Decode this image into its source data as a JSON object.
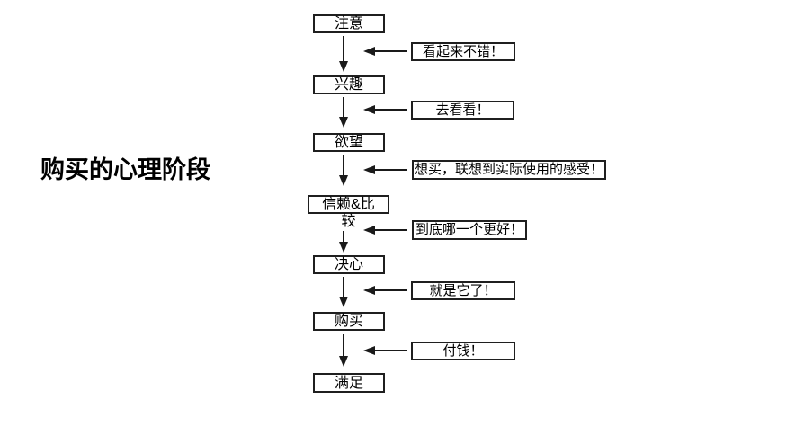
{
  "title": "购买的心理阶段",
  "flowchart": {
    "stages": [
      {
        "label": "注意"
      },
      {
        "label": "兴趣"
      },
      {
        "label": "欲望"
      },
      {
        "label": "信赖&比",
        "label_line2": "较"
      },
      {
        "label": "决心"
      },
      {
        "label": "购买"
      },
      {
        "label": "满足"
      }
    ],
    "annotations": [
      {
        "label": "看起来不错！"
      },
      {
        "label": "去看看！"
      },
      {
        "label": "想买，联想到实际使用的感受！"
      },
      {
        "label": "到底哪一个更好！"
      },
      {
        "label": "就是它了！"
      },
      {
        "label": "付钱！"
      }
    ]
  },
  "colors": {
    "background": "#ffffff",
    "line": "#1a1a1a",
    "text": "#000000"
  }
}
